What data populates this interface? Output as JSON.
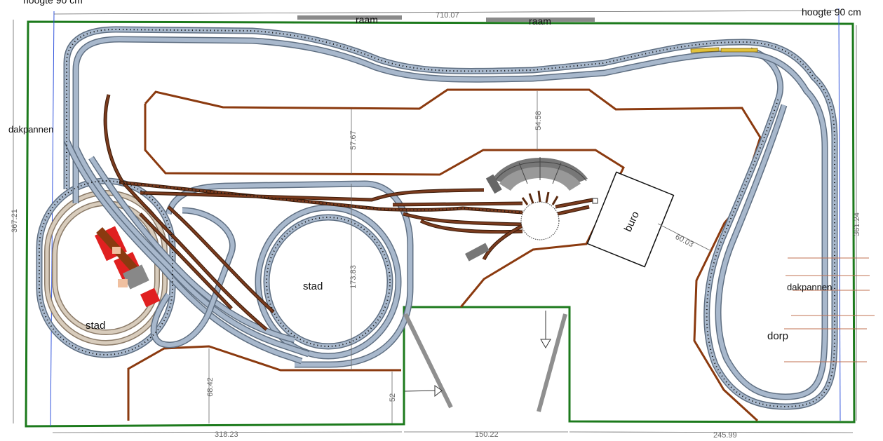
{
  "labels": {
    "height_left": "hoogte 90 cm",
    "height_right": "hoogte 90 cm",
    "window_1": "raam",
    "window_2": "raam",
    "roof_left": "dakpannen",
    "roof_right": "dakpannen",
    "city_left": "stad",
    "city_center": "stad",
    "office": "buro",
    "village": "dorp"
  },
  "dimensions": {
    "total_width": "710.07",
    "left_height": "367.21",
    "right_height": "361.24",
    "top_gap": "57.67",
    "gap_to_turntable": "54.58",
    "center_depth": "173.83",
    "bottom_left_depth": "68.42",
    "small_step": "52",
    "office_gap": "60.03",
    "bottom_left_width": "318.23",
    "bottom_mid_width": "150.22",
    "bottom_right_width": "245.99"
  },
  "colors": {
    "outline": "#1c7a1c",
    "benchwork": "#8b3a0f",
    "track": "#a8b8cc",
    "track_outline": "#5f6f82",
    "sidings": "#7a3b1e",
    "wall_line": "#3355dd",
    "dimension": "#666666"
  }
}
